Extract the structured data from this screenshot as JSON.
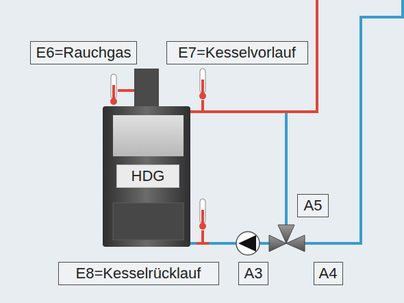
{
  "diagram": {
    "nodes": [
      {
        "text": [
          "E6=Rauchgas"
        ]
      },
      {
        "text": [
          "E7=Kesselvorlauf"
        ]
      },
      {
        "text": [
          "HDG"
        ]
      },
      {
        "text": [
          "A5"
        ]
      },
      {
        "text": [
          "E8=Kesselrücklauf"
        ]
      },
      {
        "text": [
          "A3"
        ]
      },
      {
        "text": [
          "A4"
        ]
      }
    ]
  }
}
